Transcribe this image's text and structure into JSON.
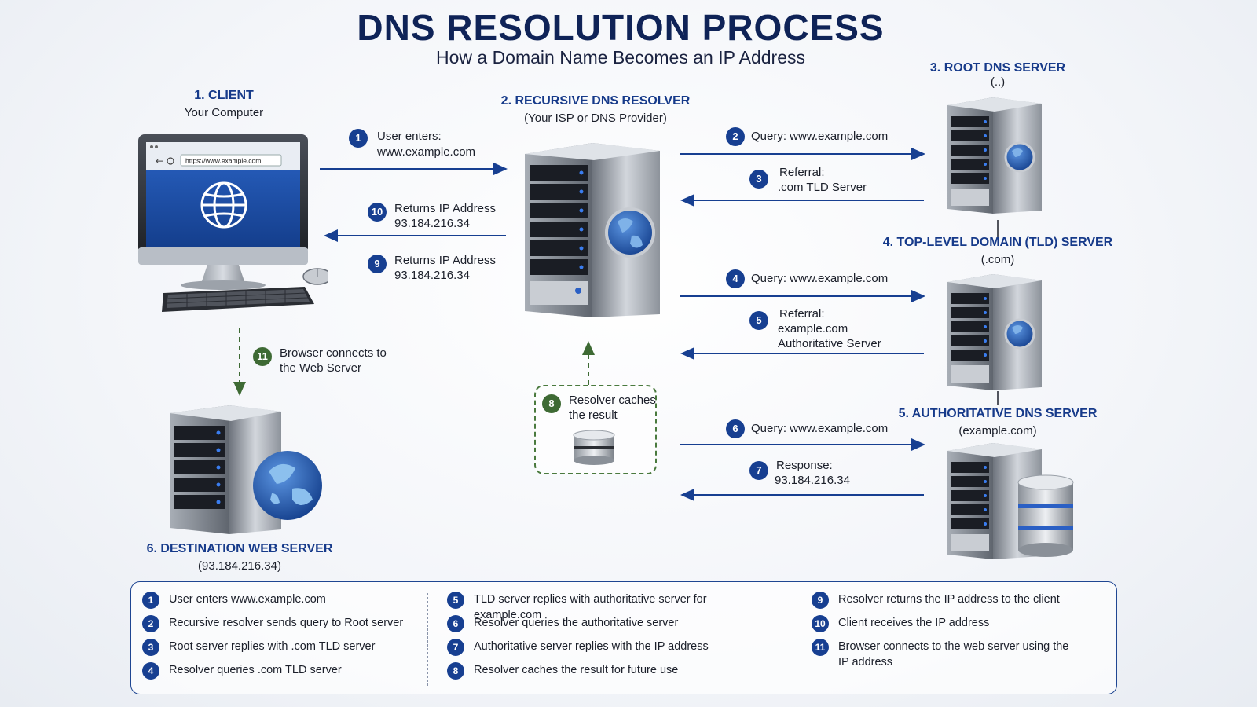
{
  "header": {
    "title": "DNS RESOLUTION PROCESS",
    "subtitle": "How a Domain Name Becomes an IP Address"
  },
  "nodes": {
    "client": {
      "title": "1. CLIENT",
      "sub": "Your Computer",
      "url": "https://www.example.com"
    },
    "resolver": {
      "title": "2. RECURSIVE DNS RESOLVER",
      "sub": "(Your ISP or DNS Provider)"
    },
    "root": {
      "title": "3. ROOT DNS SERVER",
      "sub": "(..)"
    },
    "tld": {
      "title": "4. TOP-LEVEL DOMAIN (TLD) SERVER",
      "sub": "(.com)"
    },
    "auth": {
      "title": "5. AUTHORITATIVE DNS SERVER",
      "sub": "(example.com)"
    },
    "web": {
      "title": "6. DESTINATION WEB SERVER",
      "sub": "(93.184.216.34)"
    }
  },
  "steps": {
    "s1": {
      "num": "1",
      "l1": "User enters:",
      "l2": "www.example.com"
    },
    "s2": {
      "num": "2",
      "l1": "Query: www.example.com"
    },
    "s3": {
      "num": "3",
      "l1": "Referral:",
      "l2": ".com TLD Server"
    },
    "s4": {
      "num": "4",
      "l1": "Query: www.example.com"
    },
    "s5": {
      "num": "5",
      "l1": "Referral:",
      "l2": "example.com",
      "l3": "Authoritative Server"
    },
    "s6": {
      "num": "6",
      "l1": "Query: www.example.com"
    },
    "s7": {
      "num": "7",
      "l1": "Response:",
      "l2": "93.184.216.34"
    },
    "s8": {
      "num": "8",
      "l1": "Resolver caches",
      "l2": "the result"
    },
    "s9": {
      "num": "9",
      "l1": "Returns IP Address",
      "l2": "93.184.216.34"
    },
    "s10": {
      "num": "10",
      "l1": "Returns IP Address",
      "l2": "93.184.216.34"
    },
    "s11": {
      "num": "11",
      "l1": "Browser connects to",
      "l2": "the Web Server"
    }
  },
  "legend": [
    {
      "num": "1",
      "text": "User enters www.example.com"
    },
    {
      "num": "2",
      "text": "Recursive resolver sends query to Root server"
    },
    {
      "num": "3",
      "text": "Root server replies with .com TLD server"
    },
    {
      "num": "4",
      "text": "Resolver queries .com TLD server"
    },
    {
      "num": "5",
      "text": "TLD server replies with authoritative server for example.com"
    },
    {
      "num": "6",
      "text": "Resolver queries the authoritative server"
    },
    {
      "num": "7",
      "text": "Authoritative server replies with the IP address"
    },
    {
      "num": "8",
      "text": "Resolver caches the result for future use"
    },
    {
      "num": "9",
      "text": "Resolver returns the IP address to the client"
    },
    {
      "num": "10",
      "text": "Client receives the IP address"
    },
    {
      "num": "11",
      "text": "Browser connects to the web server using the IP address"
    }
  ],
  "colors": {
    "primary": "#173f91",
    "title": "#0f2357",
    "cache": "#3e6a34"
  },
  "icons": [
    "monitor-icon",
    "keyboard-icon",
    "mouse-icon",
    "server-icon",
    "globe-icon",
    "database-icon"
  ]
}
